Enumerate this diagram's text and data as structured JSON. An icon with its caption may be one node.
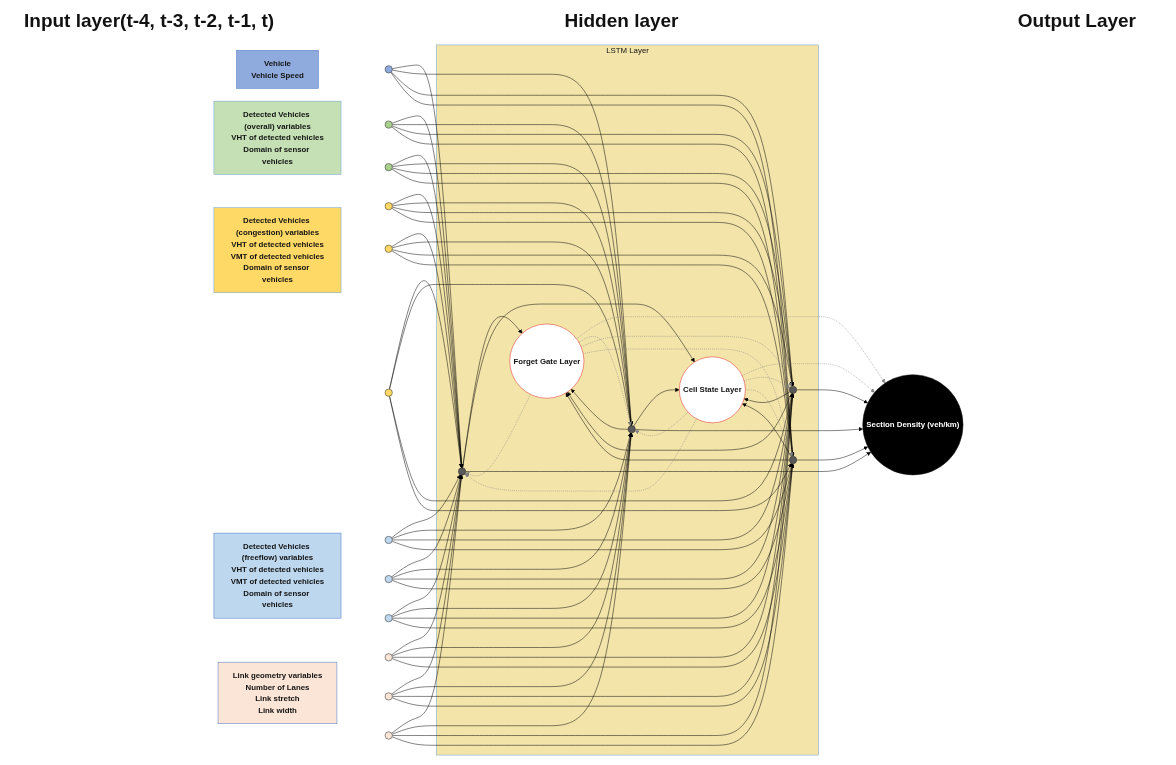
{
  "diagram": {
    "nodes": [
      {
        "text": [
          "Vehicle",
          "Vehicle Speed"
        ]
      },
      {
        "text": [
          "Detected Vehicles (overall) variables",
          "VHT of detected vehicles",
          "Domain of sensor vehicles"
        ]
      },
      {
        "text": [
          "Detected Vehicles (congestion) variables",
          "VHT of detected vehicles",
          "VMT of detected vehicles",
          "Domain of sensor vehicles"
        ]
      },
      {
        "text": [
          "Detected Vehicles (freeflow) variables",
          "VHT of detected vehicles",
          "VMT of detected vehicles",
          "Domain of sensor vehicles"
        ]
      },
      {
        "text": [
          "Link geometry variables",
          "Number of Lanes",
          "Link stretch",
          "Link width"
        ]
      },
      {
        "text": [],
        "shape": "circle"
      },
      {
        "text": [],
        "shape": "circle"
      },
      {
        "text": [],
        "shape": "circle"
      },
      {
        "text": [],
        "shape": "circle"
      },
      {
        "text": [],
        "shape": "circle"
      },
      {
        "text": [],
        "shape": "circle"
      },
      {
        "text": [],
        "shape": "circle"
      },
      {
        "text": [],
        "shape": "circle"
      },
      {
        "text": [],
        "shape": "circle"
      },
      {
        "text": [],
        "shape": "circle"
      },
      {
        "text": [],
        "shape": "circle"
      },
      {
        "text": [],
        "shape": "circle"
      },
      {
        "text": [
          "LSTM Layer"
        ]
      },
      {
        "text": [],
        "shape": "circle",
        "in": 17
      },
      {
        "text": [],
        "shape": "circle",
        "in": 17
      },
      {
        "text": [],
        "shape": "circle",
        "in": 17
      },
      {
        "text": [],
        "shape": "circle",
        "in": 17
      },
      {
        "text": [
          "Forget Gate Layer"
        ],
        "in": 17
      },
      {
        "text": [
          "Cell State Layer"
        ],
        "in": 17
      },
      {
        "text": [
          "Section Density (veh/km)"
        ]
      }
    ],
    "edges": [
      {
        "from": 5,
        "to": 18,
        "arrow": "to"
      },
      {
        "from": 5,
        "to": 19,
        "arrow": "to"
      },
      {
        "from": 5,
        "to": 20,
        "arrow": "to"
      },
      {
        "from": 5,
        "to": 21,
        "arrow": "to"
      },
      {
        "from": 6,
        "to": 18,
        "arrow": "to"
      },
      {
        "from": 6,
        "to": 19,
        "arrow": "to"
      },
      {
        "from": 6,
        "to": 20,
        "arrow": "to"
      },
      {
        "from": 6,
        "to": 21,
        "arrow": "to"
      },
      {
        "from": 7,
        "to": 18,
        "arrow": "to"
      },
      {
        "from": 7,
        "to": 19,
        "arrow": "to"
      },
      {
        "from": 7,
        "to": 20,
        "arrow": "to"
      },
      {
        "from": 7,
        "to": 21,
        "arrow": "to"
      },
      {
        "from": 8,
        "to": 18,
        "arrow": "to"
      },
      {
        "from": 8,
        "to": 19,
        "arrow": "to"
      },
      {
        "from": 8,
        "to": 20,
        "arrow": "to"
      },
      {
        "from": 8,
        "to": 21,
        "arrow": "to"
      },
      {
        "from": 9,
        "to": 18,
        "arrow": "to"
      },
      {
        "from": 9,
        "to": 19,
        "arrow": "to"
      },
      {
        "from": 9,
        "to": 20,
        "arrow": "to"
      },
      {
        "from": 9,
        "to": 21,
        "arrow": "to"
      },
      {
        "from": 10,
        "to": 18,
        "arrow": "to"
      },
      {
        "from": 10,
        "to": 19,
        "arrow": "to"
      },
      {
        "from": 10,
        "to": 20,
        "arrow": "to"
      },
      {
        "from": 10,
        "to": 21,
        "arrow": "to"
      },
      {
        "from": 11,
        "to": 18,
        "arrow": "to"
      },
      {
        "from": 11,
        "to": 19,
        "arrow": "to"
      },
      {
        "from": 11,
        "to": 20,
        "arrow": "to"
      },
      {
        "from": 11,
        "to": 21,
        "arrow": "to"
      },
      {
        "from": 12,
        "to": 18,
        "arrow": "to"
      },
      {
        "from": 12,
        "to": 19,
        "arrow": "to"
      },
      {
        "from": 12,
        "to": 20,
        "arrow": "to"
      },
      {
        "from": 12,
        "to": 21,
        "arrow": "to"
      },
      {
        "from": 13,
        "to": 18,
        "arrow": "to"
      },
      {
        "from": 13,
        "to": 19,
        "arrow": "to"
      },
      {
        "from": 13,
        "to": 20,
        "arrow": "to"
      },
      {
        "from": 13,
        "to": 21,
        "arrow": "to"
      },
      {
        "from": 14,
        "to": 18,
        "arrow": "to"
      },
      {
        "from": 14,
        "to": 19,
        "arrow": "to"
      },
      {
        "from": 14,
        "to": 20,
        "arrow": "to"
      },
      {
        "from": 14,
        "to": 21,
        "arrow": "to"
      },
      {
        "from": 15,
        "to": 18,
        "arrow": "to"
      },
      {
        "from": 15,
        "to": 19,
        "arrow": "to"
      },
      {
        "from": 15,
        "to": 20,
        "arrow": "to"
      },
      {
        "from": 15,
        "to": 21,
        "arrow": "to"
      },
      {
        "from": 16,
        "to": 18,
        "arrow": "to"
      },
      {
        "from": 16,
        "to": 19,
        "arrow": "to"
      },
      {
        "from": 16,
        "to": 20,
        "arrow": "to"
      },
      {
        "from": 16,
        "to": 21,
        "arrow": "to"
      },
      {
        "from": 18,
        "to": 22,
        "arrow": "to"
      },
      {
        "from": 18,
        "to": 23,
        "arrow": "to"
      },
      {
        "from": 19,
        "to": 22,
        "arrow": "to"
      },
      {
        "from": 19,
        "to": 23,
        "arrow": "to"
      },
      {
        "from": 20,
        "to": 22,
        "arrow": "to"
      },
      {
        "from": 20,
        "to": 23,
        "arrow": "to"
      },
      {
        "from": 21,
        "to": 22,
        "arrow": "to"
      },
      {
        "from": 21,
        "to": 23,
        "arrow": "to"
      },
      {
        "from": 18,
        "to": 24,
        "arrow": "to"
      },
      {
        "from": 19,
        "to": 24,
        "arrow": "to"
      },
      {
        "from": 20,
        "to": 24,
        "arrow": "to"
      },
      {
        "from": 21,
        "to": 24,
        "arrow": "to"
      },
      {
        "from": 22,
        "to": 24,
        "arrow": "to",
        "style": "dashed",
        "color": "#808080"
      },
      {
        "from": 23,
        "to": 24,
        "arrow": "to",
        "style": "dashed",
        "color": "#808080"
      },
      {
        "from": 22,
        "to": 18,
        "arrow": "to",
        "style": "dashed",
        "color": "#808080"
      },
      {
        "from": 22,
        "to": 19,
        "arrow": "to",
        "style": "dashed",
        "color": "#808080"
      },
      {
        "from": 22,
        "to": 20,
        "arrow": "to",
        "style": "dashed",
        "color": "#808080"
      },
      {
        "from": 22,
        "to": 21,
        "arrow": "to",
        "style": "dashed",
        "color": "#808080"
      },
      {
        "from": 23,
        "to": 18,
        "arrow": "to",
        "style": "dashed",
        "color": "#808080"
      },
      {
        "from": 23,
        "to": 19,
        "arrow": "to",
        "style": "dashed",
        "color": "#808080"
      },
      {
        "from": 23,
        "to": 20,
        "arrow": "to",
        "style": "dashed",
        "color": "#808080"
      },
      {
        "from": 23,
        "to": 21,
        "arrow": "to",
        "style": "dashed",
        "color": "#808080"
      }
    ],
    "labels": [
      "Input layer(t-4, t-3, t-2, t-1, t)",
      "Output Layer",
      "Hidden layer"
    ]
  }
}
